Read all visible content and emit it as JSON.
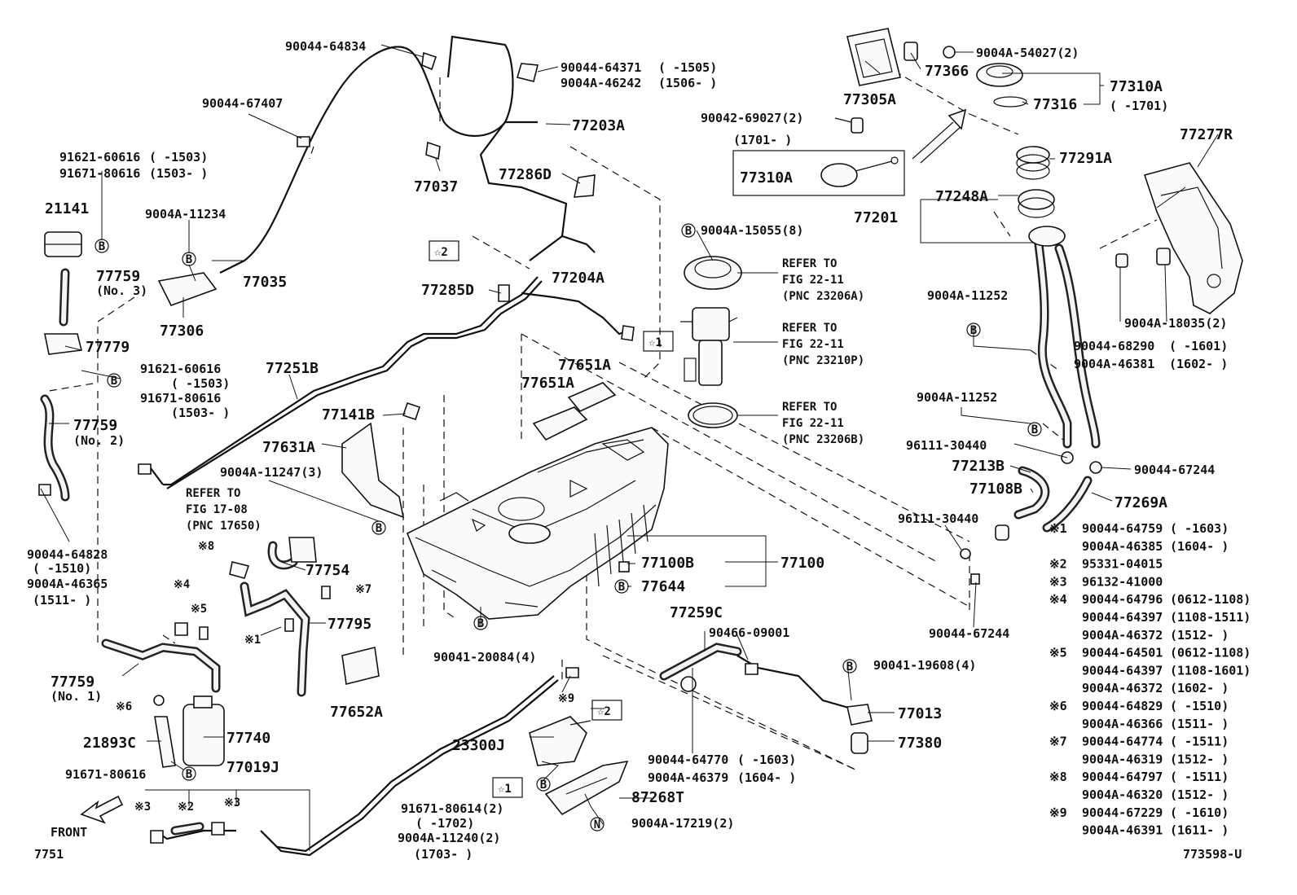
{
  "labels": {
    "p90044_64834": "90044-64834",
    "p90044_64371": "90044-64371",
    "p90044_64371_r": "(    -1505)",
    "p9004a_46242": "9004A-46242",
    "p9004a_46242_r": "(1506-    )",
    "p90044_67407": "90044-67407",
    "p77203a": "77203A",
    "p91621_60616_a": "91621-60616",
    "p91621_60616_a_r": "(    -1503)",
    "p91671_80616_a": "91671-80616",
    "p91671_80616_a_r": "(1503-    )",
    "p77037": "77037",
    "p77286d": "77286D",
    "p21141": "21141",
    "p9004a_11234": "9004A-11234",
    "p77759_3": "77759",
    "p77759_3_sub": "(No. 3)",
    "p77035": "77035",
    "p77285d": "77285D",
    "p77204a": "77204A",
    "p77306": "77306",
    "p77779": "77779",
    "p91621_60616_b": "91621-60616",
    "p91621_60616_b_r": "(    -1503)",
    "p91671_80616_b": "91671-80616",
    "p91671_80616_b_r": "(1503-    )",
    "p77251b": "77251B",
    "p77651a_1": "77651A",
    "p77651a_2": "77651A",
    "p77759_2": "77759",
    "p77759_2_sub": "(No. 2)",
    "p77141b": "77141B",
    "p77631a": "77631A",
    "p9004a_11247": "9004A-11247(3)",
    "ref17_1": "REFER TO",
    "ref17_2": "FIG 17-08",
    "ref17_3": "(PNC 17650)",
    "p90044_64828": "90044-64828",
    "p90044_64828_r": "(    -1510)",
    "p9004a_46365": "9004A-46365",
    "p9004a_46365_r": "(1511-    )",
    "p77754": "77754",
    "p77795": "77795",
    "p77759_1": "77759",
    "p77759_1_sub": "(No. 1)",
    "p21893c": "21893C",
    "p77740": "77740",
    "p91671_80616_c": "91671-80616",
    "p77019j": "77019J",
    "p77652a": "77652A",
    "p90041_20084": "90041-20084(4)",
    "p23300j": "23300J",
    "p91671_80614": "91671-80614(2)",
    "p91671_80614_r": "(    -1702)",
    "p9004a_11240": "9004A-11240(2)",
    "p9004a_11240_r": "(1703-    )",
    "p87268t": "87268T",
    "p9004a_17219": "9004A-17219(2)",
    "p77100b": "77100B",
    "p77100": "77100",
    "p77644": "77644",
    "p77259c": "77259C",
    "p90466_09001": "90466-09001",
    "p90041_19608": "90041-19608(4)",
    "p77013": "77013",
    "p77380": "77380",
    "p90044_64770": "90044-64770",
    "p90044_64770_r": "(    -1603)",
    "p9004a_46379": "9004A-46379",
    "p9004a_46379_r": "(1604-    )",
    "p9004a_15055": "9004A-15055(8)",
    "ref23206a_1": "REFER TO",
    "ref23206a_2": "FIG 22-11",
    "ref23206a_3": "(PNC 23206A)",
    "ref23210p_1": "REFER TO",
    "ref23210p_2": "FIG 22-11",
    "ref23210p_3": "(PNC 23210P)",
    "ref23206b_1": "REFER TO",
    "ref23206b_2": "FIG 22-11",
    "ref23206b_3": "(PNC 23206B)",
    "p77305a": "77305A",
    "p77366": "77366",
    "p9004a_54027": "9004A-54027(2)",
    "p77310a": "77310A",
    "p77310a_r": "(    -1701)",
    "p77316": "77316",
    "p90042_69027": "90042-69027(2)",
    "p1701": "(1701-    )",
    "p77310a_b": "77310A",
    "p77291a": "77291A",
    "p77277r": "77277R",
    "p77248a": "77248A",
    "p77201": "77201",
    "p9004a_11252_a": "9004A-11252",
    "p9004a_11252_b": "9004A-11252",
    "p90044_68290": "90044-68290",
    "p90044_68290_r": "(    -1601)",
    "p9004a_46381": "9004A-46381",
    "p9004a_46381_r": "(1602-    )",
    "p9004a_18035": "9004A-18035(2)",
    "p96111_30440_a": "96111-30440",
    "p90044_67244_a": "90044-67244",
    "p77213b": "77213B",
    "p77108b": "77108B",
    "p77269a": "77269A",
    "p96111_30440_b": "96111-30440",
    "p90044_67244_b": "90044-67244",
    "front": "FRONT",
    "code_left": "7751",
    "code_right": "773598-U",
    "star1": "☆1",
    "star2": "☆2",
    "x1": "※1",
    "x3": "※3",
    "x2": "※2",
    "x4": "※4",
    "x5": "※5",
    "x6": "※6",
    "x7": "※7",
    "x8": "※8",
    "x9": "※9",
    "circB": "B",
    "circN": "N"
  },
  "legend": [
    {
      "mark": "※1",
      "rows": [
        [
          "90044-64759",
          "(    -1603)"
        ],
        [
          "9004A-46385",
          "(1604-    )"
        ]
      ]
    },
    {
      "mark": "※2",
      "rows": [
        [
          "95331-04015",
          ""
        ]
      ]
    },
    {
      "mark": "※3",
      "rows": [
        [
          "96132-41000",
          ""
        ]
      ]
    },
    {
      "mark": "※4",
      "rows": [
        [
          "90044-64796",
          "(0612-1108)"
        ],
        [
          "90044-64397",
          "(1108-1511)"
        ],
        [
          "9004A-46372",
          "(1512-    )"
        ]
      ]
    },
    {
      "mark": "※5",
      "rows": [
        [
          "90044-64501",
          "(0612-1108)"
        ],
        [
          "90044-64397",
          "(1108-1601)"
        ],
        [
          "9004A-46372",
          "(1602-    )"
        ]
      ]
    },
    {
      "mark": "※6",
      "rows": [
        [
          "90044-64829",
          "(    -1510)"
        ],
        [
          "9004A-46366",
          "(1511-    )"
        ]
      ]
    },
    {
      "mark": "※7",
      "rows": [
        [
          "90044-64774",
          "(    -1511)"
        ],
        [
          "9004A-46319",
          "(1512-    )"
        ]
      ]
    },
    {
      "mark": "※8",
      "rows": [
        [
          "90044-64797",
          "(    -1511)"
        ],
        [
          "9004A-46320",
          "(1512-    )"
        ]
      ]
    },
    {
      "mark": "※9",
      "rows": [
        [
          "90044-67229",
          "(    -1610)"
        ],
        [
          "9004A-46391",
          "(1611-    )"
        ]
      ]
    }
  ]
}
